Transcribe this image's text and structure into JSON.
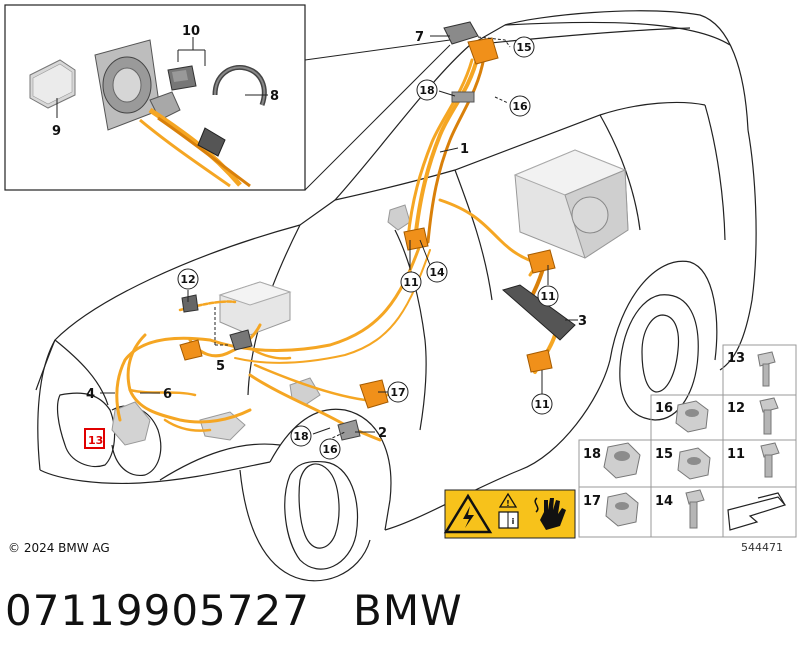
{
  "diagram": {
    "copyright": "© 2024 BMW AG",
    "diagram_id": "544471",
    "part_number": "07119905727",
    "brand": "BMW",
    "highlighted_callout": "13"
  },
  "callouts": {
    "c1": "1",
    "c2": "2",
    "c3": "3",
    "c4": "4",
    "c5": "5",
    "c6": "6",
    "c7": "7",
    "c8": "8",
    "c9": "9",
    "c10": "10",
    "c11a": "11",
    "c11b": "11",
    "c11c": "11",
    "c12": "12",
    "c13": "13",
    "c14": "14",
    "c15": "15",
    "c16a": "16",
    "c16b": "16",
    "c17": "17",
    "c18a": "18",
    "c18b": "18"
  },
  "parts_grid": {
    "cells": [
      "13",
      "16",
      "12",
      "18",
      "15",
      "11",
      "17",
      "14"
    ]
  },
  "colors": {
    "cable_orange": "#f5a623",
    "cable_dark": "#d9800a",
    "warning_yellow": "#f7c21b",
    "highlight_red": "#e00000"
  },
  "warning_icons": [
    "high-voltage-icon",
    "manual-icon",
    "no-touch-hand-icon"
  ]
}
